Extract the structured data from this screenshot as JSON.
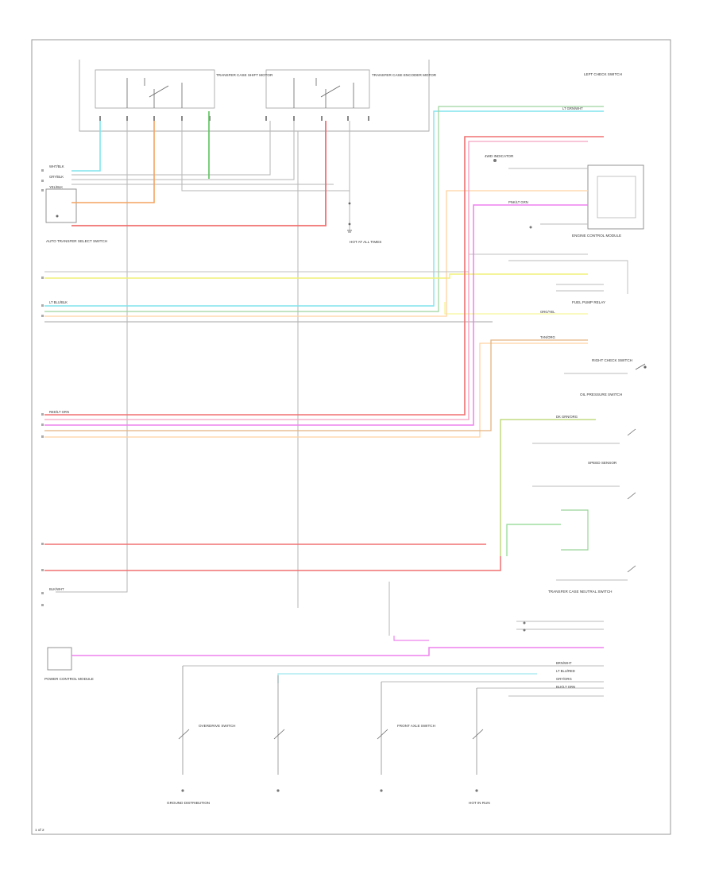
{
  "diagram": {
    "page_number": "1 of 2",
    "colors": {
      "frame": "#999999",
      "gray": "#b0b0b0",
      "dark": "#555555",
      "red": "#f07070",
      "pink": "#f04fa0",
      "magenta": "#ee82ee",
      "orange": "#f4a460",
      "light_orange": "#ffd2a0",
      "yellow": "#f0f07a",
      "cyan": "#80e4ee",
      "green": "#5cc45c",
      "lime_green": "#b8d46a",
      "tan": "#d6a070"
    },
    "component_labels": [
      "AUTO TRANSFER SELECT SWITCH",
      "TRANSFER CASE SHIFT MOTOR",
      "TRANSFER CASE ENCODER MOTOR",
      "LEFT CHECK SWITCH",
      "RIGHT CHECK SWITCH",
      "4WD INDICATOR",
      "ENGINE CONTROL MODULE",
      "FUEL PUMP RELAY",
      "OIL PRESSURE SWITCH",
      "SPEED SENSOR",
      "TRANSFER CASE NEUTRAL SWITCH",
      "OVERDRIVE SWITCH",
      "FRONT AXLE SWITCH",
      "POWER CONTROL MODULE",
      "HOT AT ALL TIMES",
      "GROUND DISTRIBUTION",
      "HOT IN RUN"
    ],
    "wire_labels": [
      "WHT/BLK",
      "GRY/BLK",
      "YEL/BLK",
      "LT BLU/BLK",
      "RED/LT GRN",
      "BLK/WHT",
      "ORG/YEL",
      "PNK/LT GRN",
      "DK GRN/ORG",
      "LT GRN/WHT",
      "TAN/ORG",
      "BRN/WHT",
      "LT BLU/RED",
      "GRY/ORG",
      "BLK/LT GRN"
    ]
  }
}
